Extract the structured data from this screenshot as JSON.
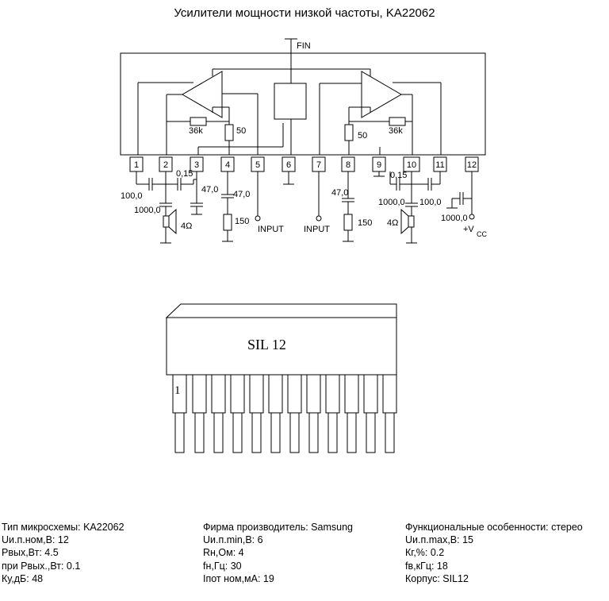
{
  "title": "Усилители мощности низкой частоты, KA22062",
  "schematic": {
    "fin_label": "FIN",
    "pins": [
      "1",
      "2",
      "3",
      "4",
      "5",
      "6",
      "7",
      "8",
      "9",
      "10",
      "11",
      "12"
    ],
    "resistors": {
      "r36k_left": "36k",
      "r36k_right": "36k",
      "r50_left": "50",
      "r50_right": "50",
      "r150_left": "150",
      "r150_right": "150"
    },
    "capacitors": {
      "c100_left": "100,0",
      "c015_left": "0,15",
      "c1000_left": "1000,0",
      "c47_pin3": "47,0",
      "c47_pin4": "47,0",
      "c47_pin8": "47,0",
      "c015_right": "0,15",
      "c1000_right": "1000,0",
      "c100_right": "100,0",
      "c1000_vcc": "1000,0"
    },
    "speakers": {
      "left": "4Ω",
      "right": "4Ω"
    },
    "inputs": {
      "left": "INPUT",
      "right": "INPUT"
    },
    "vcc": {
      "main": "+V",
      "sub": "CC"
    }
  },
  "package": {
    "label": "SIL 12",
    "pin1": "1"
  },
  "specs": {
    "col1": [
      "Тип микросхемы: KA22062",
      "Uи.п.ном,В: 12",
      "Рвых,Вт: 4.5",
      "при Рвых.,Вт: 0.1",
      "Ку,дБ: 48"
    ],
    "col2": [
      "Фирма производитель: Samsung",
      "Uи.п.min,В: 6",
      "Rн,Ом: 4",
      "fн,Гц: 30",
      "Iпот ном,мА: 19"
    ],
    "col3": [
      "Функциональные особенности: стерео",
      "Uи.п.max,В: 15",
      "Кг,%: 0.2",
      "fв,кГц: 18",
      "Корпус: SIL12"
    ]
  }
}
